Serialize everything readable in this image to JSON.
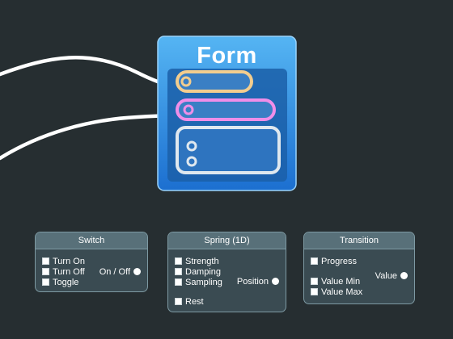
{
  "app_icon": {
    "title": "Form",
    "field_colors": [
      "#f2cd8e",
      "#ef8ee8",
      "#dfe8ef"
    ]
  },
  "colors": {
    "background": "#262e31",
    "wire": "#ffffff",
    "node_body": "#3a4b52",
    "node_header": "#587079",
    "node_border": "#7e9aa3"
  },
  "nodes": {
    "switch": {
      "title": "Switch",
      "inputs": [
        "Turn On",
        "Turn Off",
        "Toggle"
      ],
      "output": "On / Off"
    },
    "spring": {
      "title": "Spring (1D)",
      "inputs": [
        "Strength",
        "Damping",
        "Sampling",
        "Rest"
      ],
      "output": "Position"
    },
    "transition": {
      "title": "Transition",
      "inputs": [
        "Progress",
        "Value Min",
        "Value Max"
      ],
      "output": "Value"
    }
  }
}
